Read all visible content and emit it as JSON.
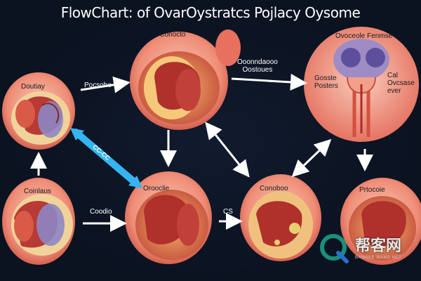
{
  "title": "FlowChart: of OvarOystratcs Pojlacy Oysome",
  "nodes": {
    "top_center": "Conocto",
    "left_top": "Doutiay",
    "left_bottom": "Coinlaus",
    "middle_bottom": "Orooclie",
    "center_bottom": "Conoboo",
    "right_bottom": "Prtocoie",
    "top_right_title": "Ovoceole Fenmse",
    "top_right_left": "Gosste\nPosters",
    "top_right_right": "Cal\nOvcsase\never"
  },
  "edge_labels": {
    "left_top_to_center": "Pocsobe",
    "center_to_right": "Ooonndaooo\nOostoues",
    "diag_blue": "CC-CC",
    "left_bottom_to_mid": "Coodio",
    "mid_to_center_bottom": "CS"
  },
  "watermark": {
    "text": "帮客网",
    "sub": "BANGKE WANG NET"
  },
  "colors": {
    "background": "#0b1220",
    "organ_pink": "#e8705f",
    "organ_outer": "#f2a08c",
    "blue_arrow": "#35b4ef",
    "purple": "#6a5aa8"
  }
}
